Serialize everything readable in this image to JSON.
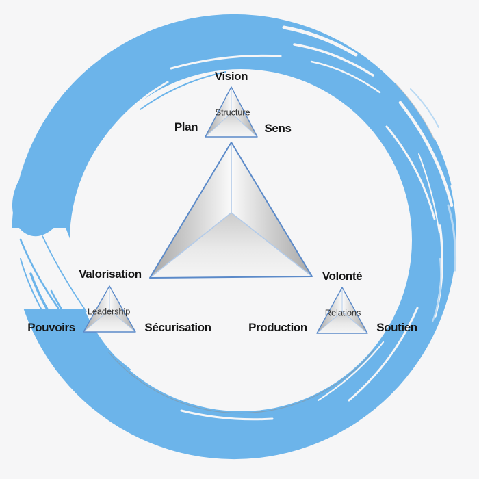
{
  "colors": {
    "background": "#f6f6f7",
    "brush_blue": "#6cb4ea",
    "brush_wisp_blue": "#b9d9f3",
    "triangle_edge_blue": "#5b8ac9",
    "triangle_inner_edge_blue": "#b3cbe9",
    "label_color": "#141414",
    "inner_label_color": "#333333"
  },
  "diagram": {
    "top_triangle": {
      "inner_label": "Structure",
      "top_label": "Vision",
      "left_label": "Plan",
      "right_label": "Sens"
    },
    "left_triangle": {
      "inner_label": "Leadership",
      "top_label": "Valorisation",
      "left_label": "Pouvoirs",
      "right_label": "Sécurisation"
    },
    "right_triangle": {
      "inner_label": "Relations",
      "top_label": "Volonté",
      "left_label": "Production",
      "right_label": "Soutien"
    }
  }
}
